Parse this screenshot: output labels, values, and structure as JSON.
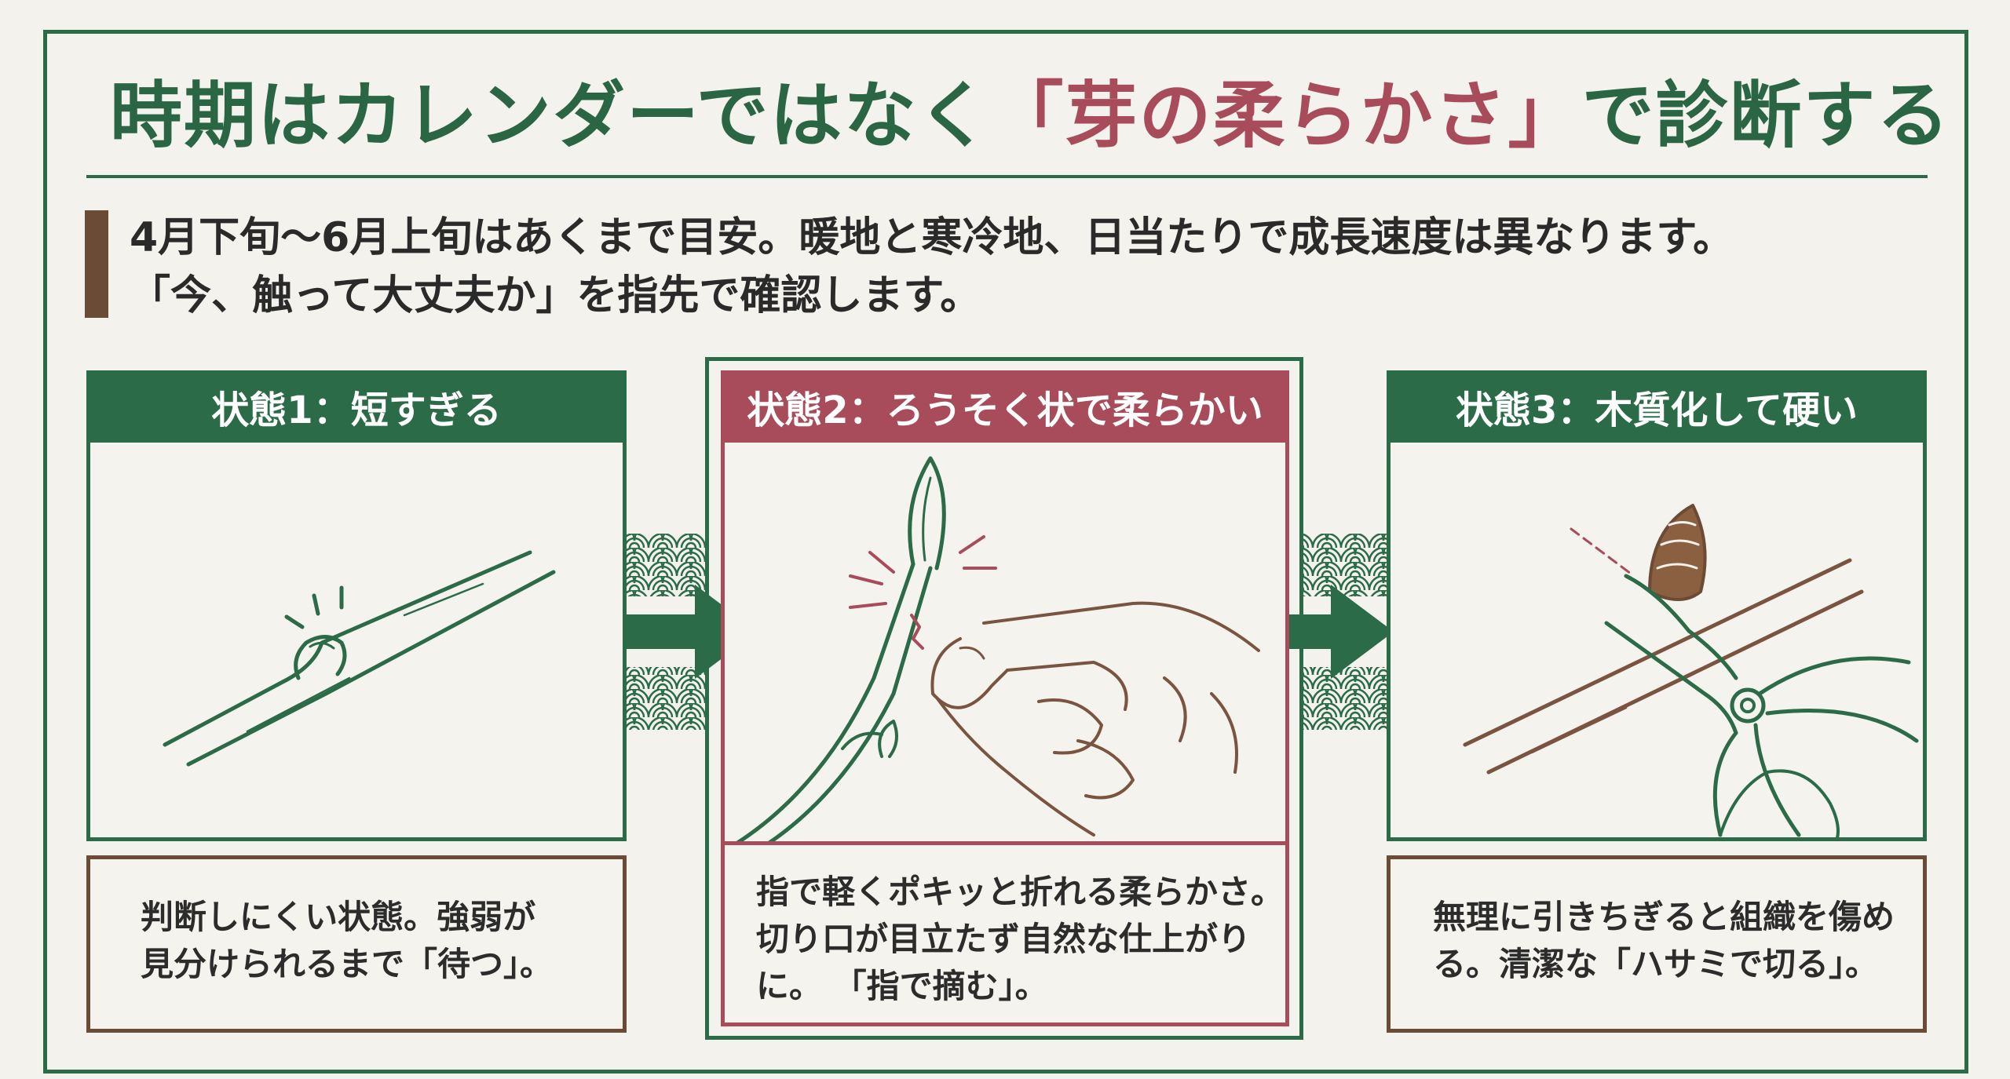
{
  "title": {
    "part1": "時期はカレンダーではなく",
    "accent": "「芽の柔らかさ」",
    "part2": "で診断する"
  },
  "lead": {
    "line1": "4月下旬〜6月上旬はあくまで目安。暖地と寒冷地、日当たりで成長速度は異なります。",
    "line2": "「今、触って大丈夫か」を指先で確認します。"
  },
  "states": [
    {
      "header": "状態1：短すぎる",
      "caption": [
        "判断しにくい状態。強弱が",
        "見分けられるまで「待つ」。"
      ]
    },
    {
      "header": "状態2：ろうそく状で柔らかい",
      "caption": [
        "指で軽くポキッと折れる柔らかさ。",
        "切り口が目立たず自然な仕上がり",
        "に。 「指で摘む」。"
      ]
    },
    {
      "header": "状態3：木質化して硬い",
      "caption": [
        "無理に引きちぎると組織を傷め",
        "る。清潔な「ハサミで切る」。"
      ]
    }
  ],
  "colors": {
    "green": "#2b6b47",
    "rose": "#a84b5a",
    "brown": "#6b4a36",
    "paper": "#f4f2ec"
  },
  "icons": [
    "branch-short-bud-icon",
    "fingers-pinch-candle-bud-icon",
    "scissors-cutting-woody-bud-icon",
    "arrow-right-icon",
    "seigaiha-wave-pattern"
  ]
}
